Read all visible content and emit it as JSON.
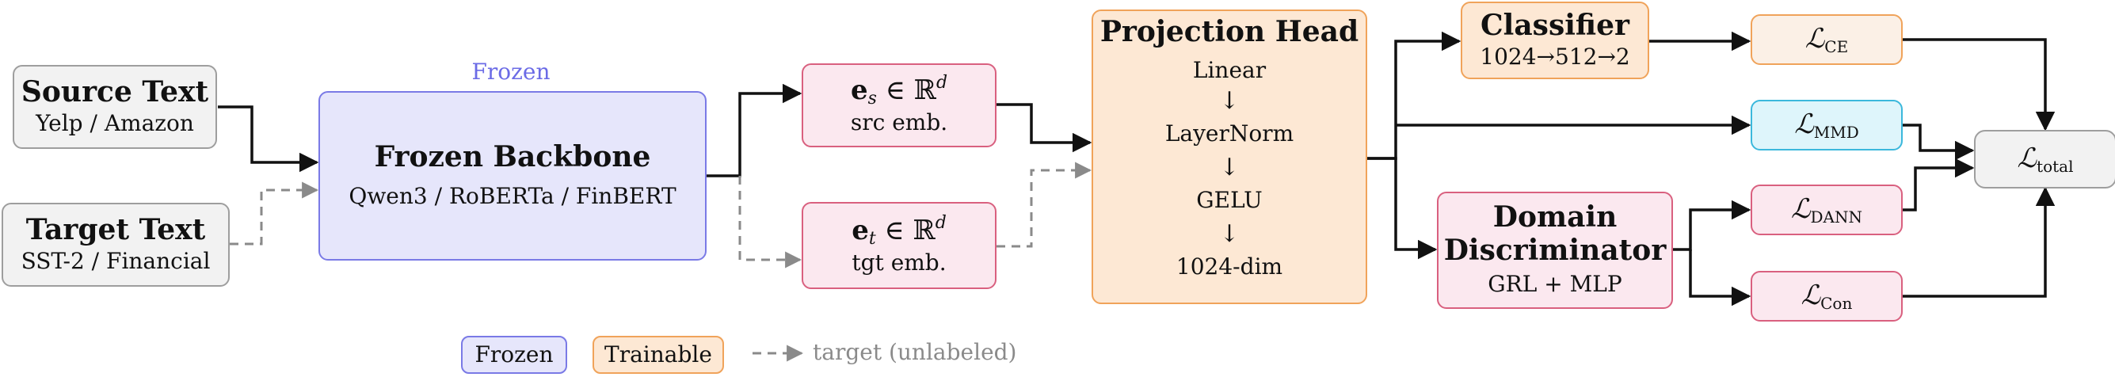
{
  "frozen_caption": "Frozen",
  "source": {
    "title": "Source Text",
    "sub": "Yelp / Amazon"
  },
  "target": {
    "title": "Target Text",
    "sub": "SST-2 / Financial"
  },
  "backbone": {
    "title": "Frozen Backbone",
    "sub": "Qwen3 / RoBERTa / FinBERT"
  },
  "src_emb": {
    "bold": "e",
    "italic_sub": "s",
    "rel": " ∈ ℝ",
    "sup": "d",
    "sub": "src emb."
  },
  "tgt_emb": {
    "bold": "e",
    "italic_sub": "t",
    "rel": " ∈ ℝ",
    "sup": "d",
    "sub": "tgt emb."
  },
  "projection": {
    "title": "Projection Head",
    "steps": [
      "Linear",
      "↓",
      "LayerNorm",
      "↓",
      "GELU",
      "↓",
      "1024-dim"
    ]
  },
  "classifier": {
    "title": "Classifier",
    "sub": "1024→512→2"
  },
  "discriminator": {
    "title1": "Domain",
    "title2": "Discriminator",
    "sub": "GRL + MLP"
  },
  "losses": {
    "ce": {
      "sym": "ℒ",
      "sub": "CE"
    },
    "mmd": {
      "sym": "ℒ",
      "sub": "MMD"
    },
    "dann": {
      "sym": "ℒ",
      "sub": "DANN"
    },
    "con": {
      "sym": "ℒ",
      "sub": "Con"
    },
    "total": {
      "sym": "ℒ",
      "sub": "total"
    }
  },
  "legend": {
    "frozen": "Frozen",
    "trainable": "Trainable",
    "target": "target (unlabeled)"
  },
  "colors": {
    "frozen_fill": "#e6e6fb",
    "frozen_border": "#7a7ae6",
    "trainable_fill": "#fde8d4",
    "trainable_border": "#f0a35a",
    "solid_arrow": "#111111",
    "dashed_arrow": "#8a8a8a"
  }
}
